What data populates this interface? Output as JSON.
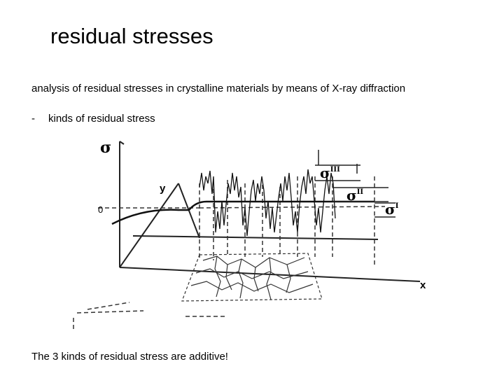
{
  "slide": {
    "title": "residual stresses",
    "subtitle": "analysis of residual stresses in crystalline materials by means of X-ray diffraction",
    "bullet_marker": "-",
    "bullet_text": "kinds of residual stress",
    "caption": "The 3 kinds of residual stress are additive!"
  },
  "diagram": {
    "axis_sigma": "σ",
    "axis_y": "y",
    "axis_x": "x",
    "origin_label": "0",
    "sigma_III": "σ",
    "sigma_III_sup": "III",
    "sigma_II": "σ",
    "sigma_II_sup": "II",
    "sigma_I": "σ",
    "sigma_I_sup": "I"
  }
}
